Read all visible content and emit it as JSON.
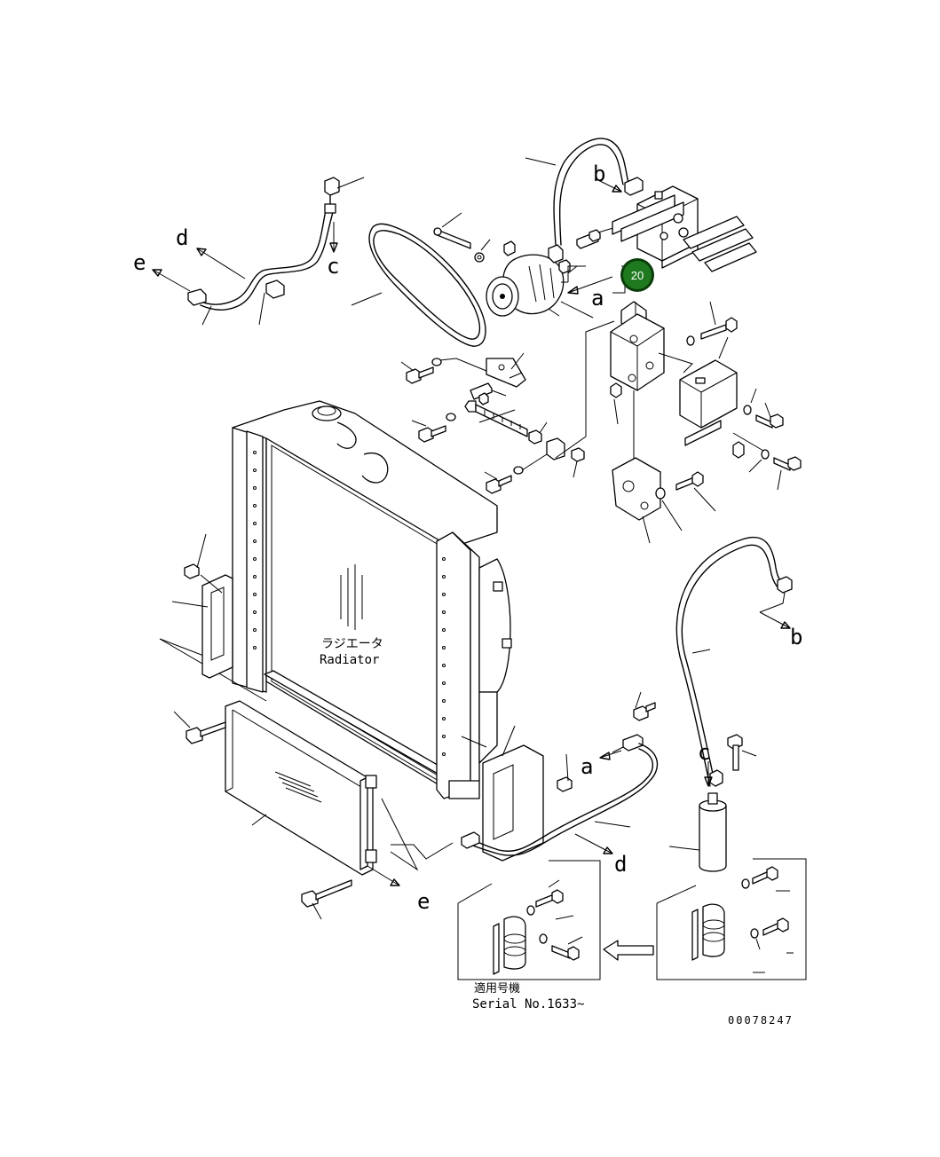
{
  "hotspot": {
    "label": "20",
    "color": "#1f7a1f",
    "ring_color": "#0b3d0b"
  },
  "radiator_label": {
    "jp": "ラジエータ",
    "en": "Radiator"
  },
  "serial_note": {
    "jp": "適用号機",
    "en": "Serial No.1633~"
  },
  "drawing_number": "00078247",
  "callout_letters": {
    "a_compressor": "a",
    "a_hose": "a",
    "b_top": "b",
    "b_receiver": "b",
    "c_top": "c",
    "c_receiver": "c",
    "d_top": "d",
    "d_bottom": "d",
    "e_top": "e",
    "e_bottom": "e"
  }
}
